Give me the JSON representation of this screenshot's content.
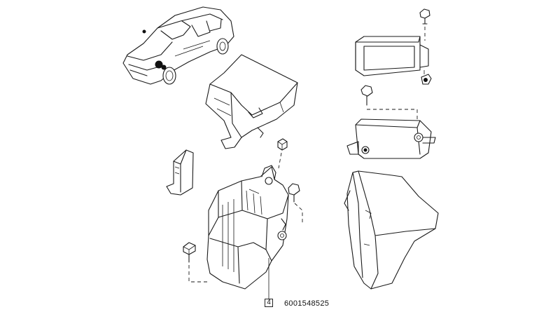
{
  "diagram": {
    "callout_number": "4",
    "reference_code": "6001548525",
    "parts": [
      "car-overview",
      "fuse-box-cover",
      "cover-clip",
      "fuse-box-tray",
      "tray-screw",
      "tray-bolt",
      "relay-module",
      "module-screw",
      "module-bracket",
      "bracket-bolt",
      "protective-shield"
    ]
  }
}
